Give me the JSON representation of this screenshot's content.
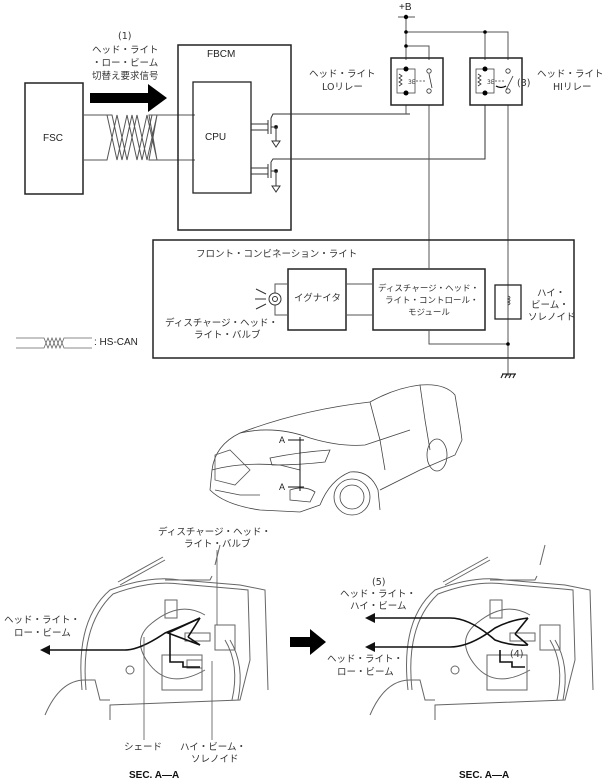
{
  "wiring": {
    "request_signal": {
      "number": "(1)",
      "line1": "ヘッド・ライト",
      "line2": "・ロー・ビーム",
      "line3": "切替え要求信号"
    },
    "fsc_label": "FSC",
    "fbcm_label": "FBCM",
    "cpu_label": "CPU",
    "power_label": "+B",
    "lo_relay": {
      "line1": "ヘッド・ライト",
      "line2": "LOリレー"
    },
    "hi_relay": {
      "line1": "ヘッド・ライト",
      "line2": "HIリレー",
      "number": "(3)"
    },
    "front_combination_light": "フロント・コンビネーション・ライト",
    "igniter": "イグナイタ",
    "control_module": {
      "line1": "ディスチャージ・ヘッド・",
      "line2": "ライト・コントロール・",
      "line3": "モジュール"
    },
    "hi_beam_solenoid": {
      "line1": "ハイ・",
      "line2": "ビーム・",
      "line3": "ソレノイド"
    },
    "discharge_bulb": {
      "line1": "ディスチャージ・ヘッド・",
      "line2": "ライト・バルブ"
    },
    "legend": {
      "label": ": HS-CAN"
    }
  },
  "vehicle": {
    "section_marker_top": "A",
    "section_marker_bottom": "A"
  },
  "section_left": {
    "bulb_label": {
      "line1": "ディスチャージ・ヘッド・",
      "line2": "ライト・バルブ"
    },
    "low_beam": {
      "line1": "ヘッド・ライト・",
      "line2": "ロー・ビーム"
    },
    "shade": "シェード",
    "solenoid": {
      "line1": "ハイ・ビーム・",
      "line2": "ソレノイド"
    },
    "caption": "SEC. A—A"
  },
  "section_right": {
    "high_beam": {
      "number": "(5)",
      "line1": "ヘッド・ライト・",
      "line2": "ハイ・ビーム"
    },
    "low_beam": {
      "line1": "ヘッド・ライト・",
      "line2": "ロー・ビーム"
    },
    "solenoid_number": "(4)",
    "caption": "SEC. A—A"
  }
}
